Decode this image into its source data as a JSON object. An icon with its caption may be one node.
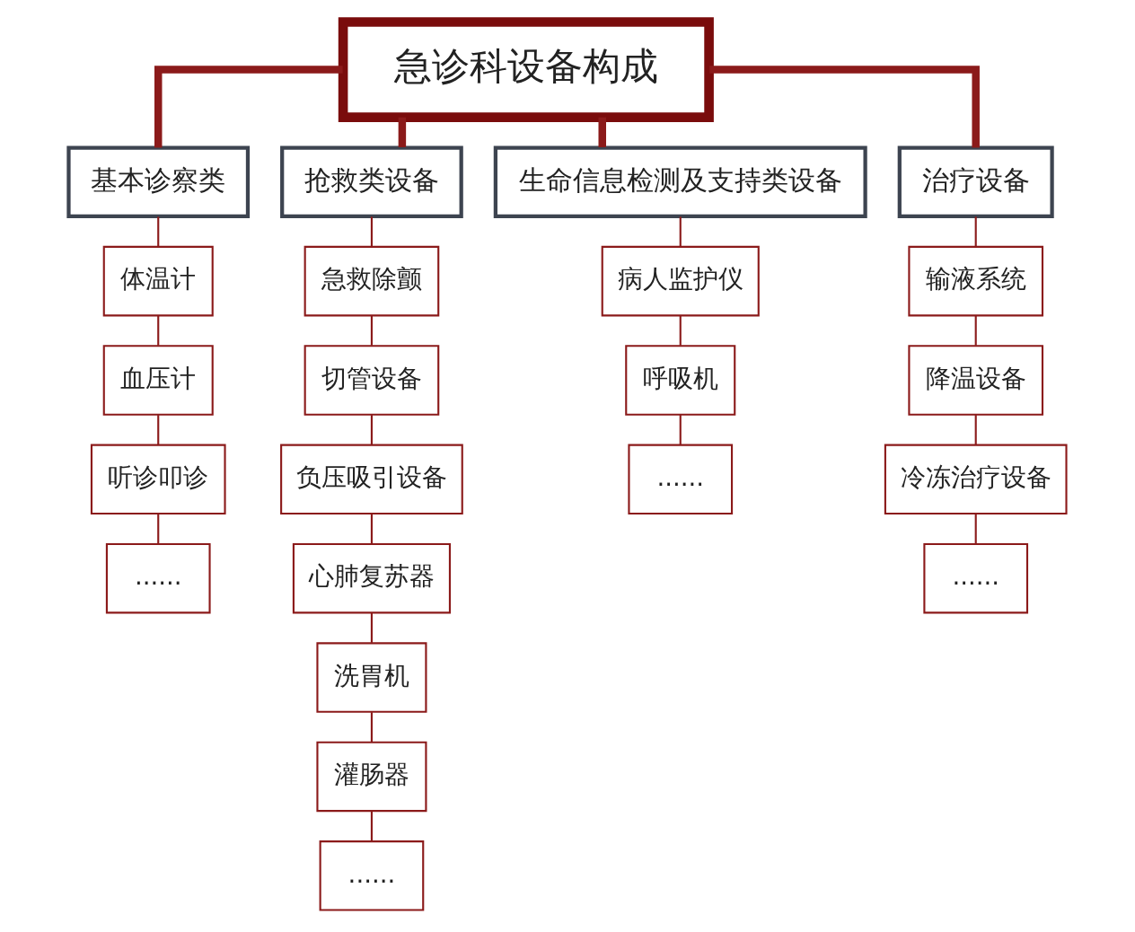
{
  "diagram": {
    "nodes": [
      {
        "text": [
          "急诊科设备构成"
        ]
      },
      {
        "text": [
          "基本诊察类"
        ]
      },
      {
        "text": [
          "体温计"
        ]
      },
      {
        "text": [
          "血压计"
        ]
      },
      {
        "text": [
          "听诊叩诊"
        ]
      },
      {
        "text": [
          "......"
        ]
      },
      {
        "text": [
          "抢救类设备"
        ]
      },
      {
        "text": [
          "急救除颤"
        ]
      },
      {
        "text": [
          "切管设备"
        ]
      },
      {
        "text": [
          "负压吸引设备"
        ]
      },
      {
        "text": [
          "心肺复苏器"
        ]
      },
      {
        "text": [
          "洗胃机"
        ]
      },
      {
        "text": [
          "灌肠器"
        ]
      },
      {
        "text": [
          "......"
        ]
      },
      {
        "text": [
          "生命信息检测及支持类设备"
        ]
      },
      {
        "text": [
          "病人监护仪"
        ]
      },
      {
        "text": [
          "呼吸机"
        ]
      },
      {
        "text": [
          "......"
        ]
      },
      {
        "text": [
          "治疗设备"
        ]
      },
      {
        "text": [
          "输液系统"
        ]
      },
      {
        "text": [
          "降温设备"
        ]
      },
      {
        "text": [
          "冷冻治疗设备"
        ]
      },
      {
        "text": [
          "......"
        ]
      }
    ],
    "edges": [
      {
        "from": 0,
        "to": 1,
        "arrow": "none",
        "style": "thick"
      },
      {
        "from": 0,
        "to": 6,
        "arrow": "none",
        "style": "thick"
      },
      {
        "from": 0,
        "to": 14,
        "arrow": "none",
        "style": "thick"
      },
      {
        "from": 0,
        "to": 18,
        "arrow": "none",
        "style": "thick"
      },
      {
        "from": 1,
        "to": 2,
        "arrow": "none"
      },
      {
        "from": 2,
        "to": 3,
        "arrow": "none"
      },
      {
        "from": 3,
        "to": 4,
        "arrow": "none"
      },
      {
        "from": 4,
        "to": 5,
        "arrow": "none"
      },
      {
        "from": 6,
        "to": 7,
        "arrow": "none"
      },
      {
        "from": 7,
        "to": 8,
        "arrow": "none"
      },
      {
        "from": 8,
        "to": 9,
        "arrow": "none"
      },
      {
        "from": 9,
        "to": 10,
        "arrow": "none"
      },
      {
        "from": 10,
        "to": 11,
        "arrow": "none"
      },
      {
        "from": 11,
        "to": 12,
        "arrow": "none"
      },
      {
        "from": 12,
        "to": 13,
        "arrow": "none"
      },
      {
        "from": 14,
        "to": 15,
        "arrow": "none"
      },
      {
        "from": 15,
        "to": 16,
        "arrow": "none"
      },
      {
        "from": 16,
        "to": 17,
        "arrow": "none"
      },
      {
        "from": 18,
        "to": 19,
        "arrow": "none"
      },
      {
        "from": 19,
        "to": 20,
        "arrow": "none"
      },
      {
        "from": 20,
        "to": 21,
        "arrow": "none"
      },
      {
        "from": 21,
        "to": 22,
        "arrow": "none"
      }
    ]
  }
}
